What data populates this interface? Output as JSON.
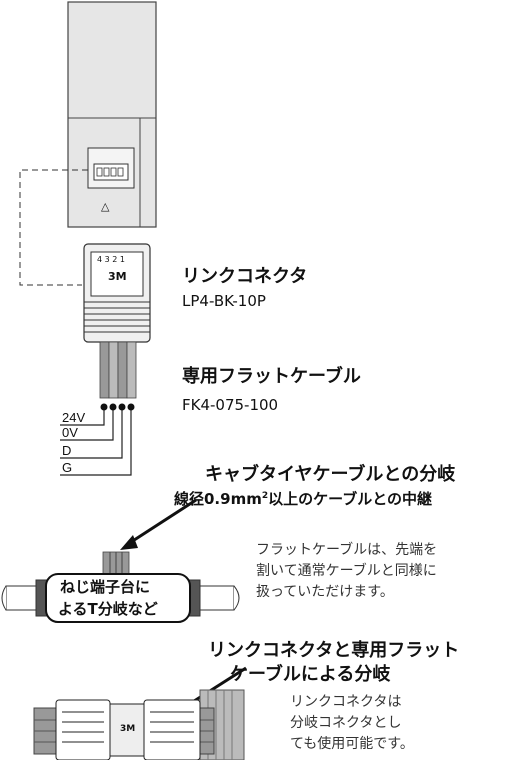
{
  "connector": {
    "title": "リンクコネクタ",
    "model": "LP4-BK-10P",
    "pin_numbers": "4 3 2 1",
    "brand": "3M"
  },
  "cable": {
    "title": "専用フラットケーブル",
    "model": "FK4-075-100"
  },
  "wires": [
    "24V",
    "0V",
    "D",
    "G"
  ],
  "branch_a": {
    "title": "キャブタイヤケーブルとの分岐",
    "subtitle_prefix": "線径0.9mm",
    "subtitle_sup": "2",
    "subtitle_suffix": "以上のケーブルとの中継",
    "box_label_line1": "ねじ端子台に",
    "box_label_line2": "よるT分岐など",
    "note_lines": [
      "フラットケーブルは、先端を",
      "割いて通常ケーブルと同様に",
      "扱っていただけます。"
    ]
  },
  "branch_b": {
    "title_line1": "リンクコネクタと専用フラット",
    "title_line2": "ケーブルによる分岐",
    "connector_brand": "3M",
    "note_lines": [
      "リンクコネクタは",
      "分岐コネクタとし",
      "ても使用可能です。"
    ]
  },
  "device": {
    "mark": "△"
  }
}
